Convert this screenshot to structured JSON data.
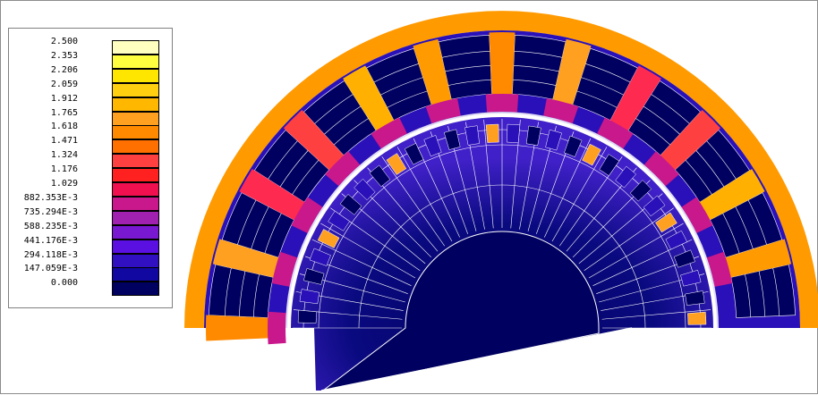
{
  "legend": {
    "labels": [
      "2.500",
      "2.353",
      "2.206",
      "2.059",
      "1.912",
      "1.765",
      "1.618",
      "1.471",
      "1.324",
      "1.176",
      "1.029",
      "882.353E-3",
      "735.294E-3",
      "588.235E-3",
      "441.176E-3",
      "294.118E-3",
      "147.059E-3",
      "0.000"
    ],
    "colors": [
      "#ffffc0",
      "#ffff40",
      "#ffe600",
      "#ffcf10",
      "#ffb700",
      "#ffa020",
      "#ff8a00",
      "#ff7000",
      "#ff4040",
      "#ff2020",
      "#f01050",
      "#c8188c",
      "#a020b0",
      "#7818d0",
      "#5a10e0",
      "#3010c0",
      "#1008a0",
      "#000060"
    ]
  }
}
